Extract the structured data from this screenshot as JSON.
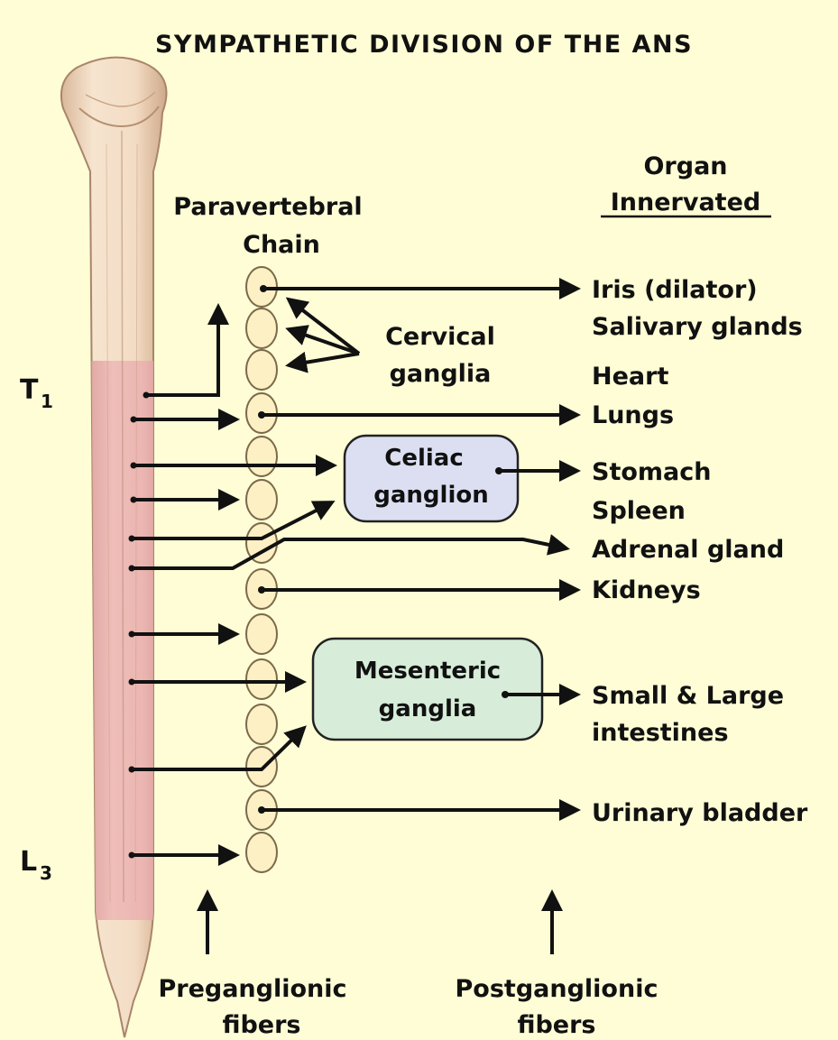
{
  "title": "SYMPATHETIC DIVISION OF THE ANS",
  "header": {
    "chain_line1": "Paravertebral",
    "chain_line2": "Chain",
    "organ_line1": "Organ",
    "organ_line2": "Innervated"
  },
  "segments": {
    "upper_letter": "T",
    "upper_sub": "1",
    "lower_letter": "L",
    "lower_sub": "3"
  },
  "cervical": {
    "line1": "Cervical",
    "line2": "ganglia"
  },
  "celiac": {
    "line1": "Celiac",
    "line2": "ganglion",
    "fill": "#dcdff2"
  },
  "mesenteric": {
    "line1": "Mesenteric",
    "line2": "ganglia",
    "fill": "#d7ecd9"
  },
  "organs": [
    "Iris (dilator)",
    "Salivary glands",
    "Heart",
    "Lungs",
    "Stomach",
    "Spleen",
    "Adrenal gland",
    "Kidneys",
    "Small & Large",
    "intestines",
    "Urinary bladder"
  ],
  "footer": {
    "pre_line1": "Preganglionic",
    "pre_line2": "fibers",
    "post_line1": "Postganglionic",
    "post_line2": "fibers"
  },
  "colors": {
    "background": "#fefdd6",
    "spinal_cord": "#f1dcc3",
    "spinal_cord_colored": "#ecb2b0",
    "ganglia_chain": "#fdf0c4"
  }
}
